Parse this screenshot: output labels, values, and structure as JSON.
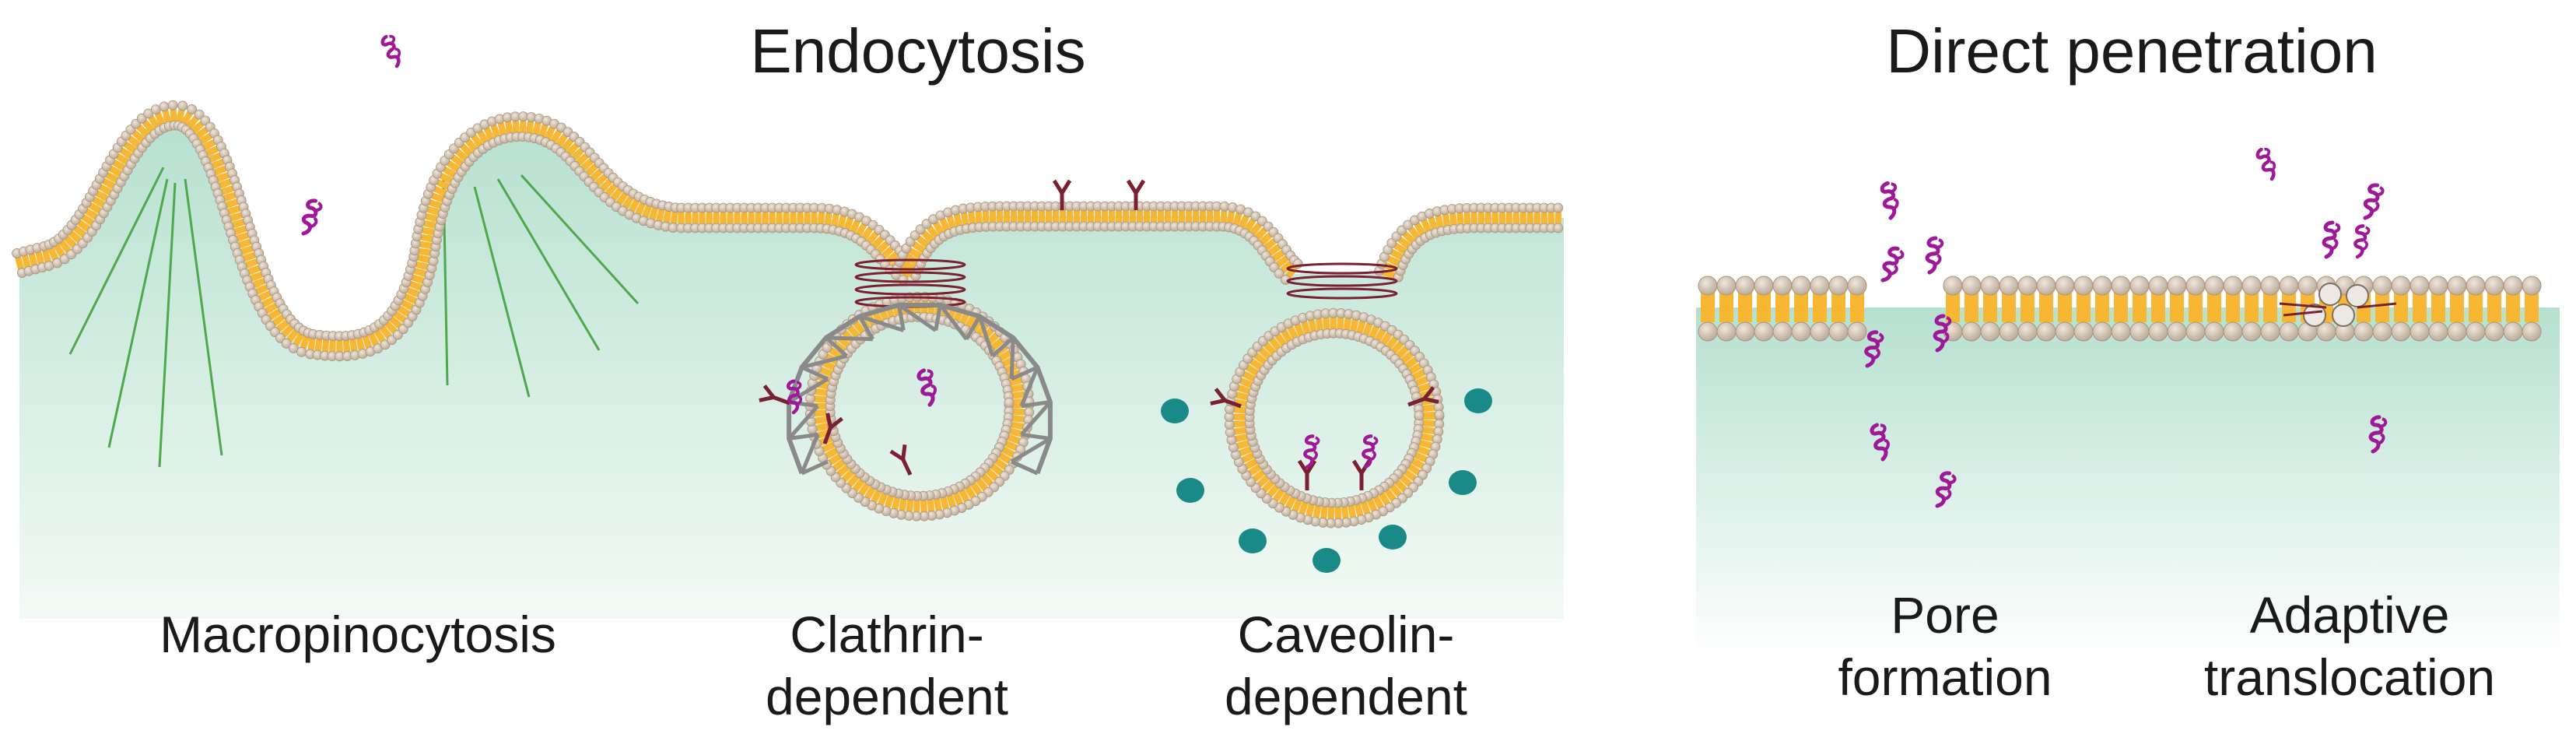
{
  "endocytosis": {
    "title": "Endocytosis",
    "macro_label": "Macropinocytosis",
    "clathrin_label": [
      "Clathrin-",
      "dependent"
    ],
    "caveolin_label": [
      "Caveolin-",
      "dependent"
    ]
  },
  "direct": {
    "title": "Direct penetration",
    "pore_label": [
      "Pore",
      "formation"
    ],
    "adaptive_label": [
      "Adaptive",
      "translocation"
    ]
  },
  "colors": {
    "cytoplasm_top": "#b6e0cf",
    "cytoplasm_bottom": "#f3faf6",
    "lipid_tail": "#f7b733",
    "lipid_head": "#d8c8b6",
    "peptide": "#a0189a",
    "receptor": "#7a2030",
    "clathrin": "#8a8a8a",
    "caveolin": "#1a8a88",
    "actin": "#4caa4c"
  }
}
